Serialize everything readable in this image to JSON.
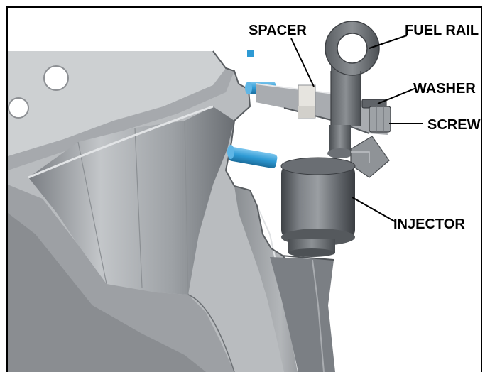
{
  "diagram": {
    "labels": {
      "spacer": "SPACER",
      "fuel_rail": "FUEL RAIL",
      "washer": "WASHER",
      "screw": "SCREW",
      "injector": "INJECTOR"
    },
    "colors": {
      "background": "#ffffff",
      "frame": "#000000",
      "housing_light": "#c9cbcd",
      "housing_mid": "#9fa2a5",
      "housing_dark": "#6c7075",
      "metal_dark": "#4f5357",
      "pin_blue": "#2e9ad4",
      "spacer_light": "#e6e4df"
    }
  }
}
